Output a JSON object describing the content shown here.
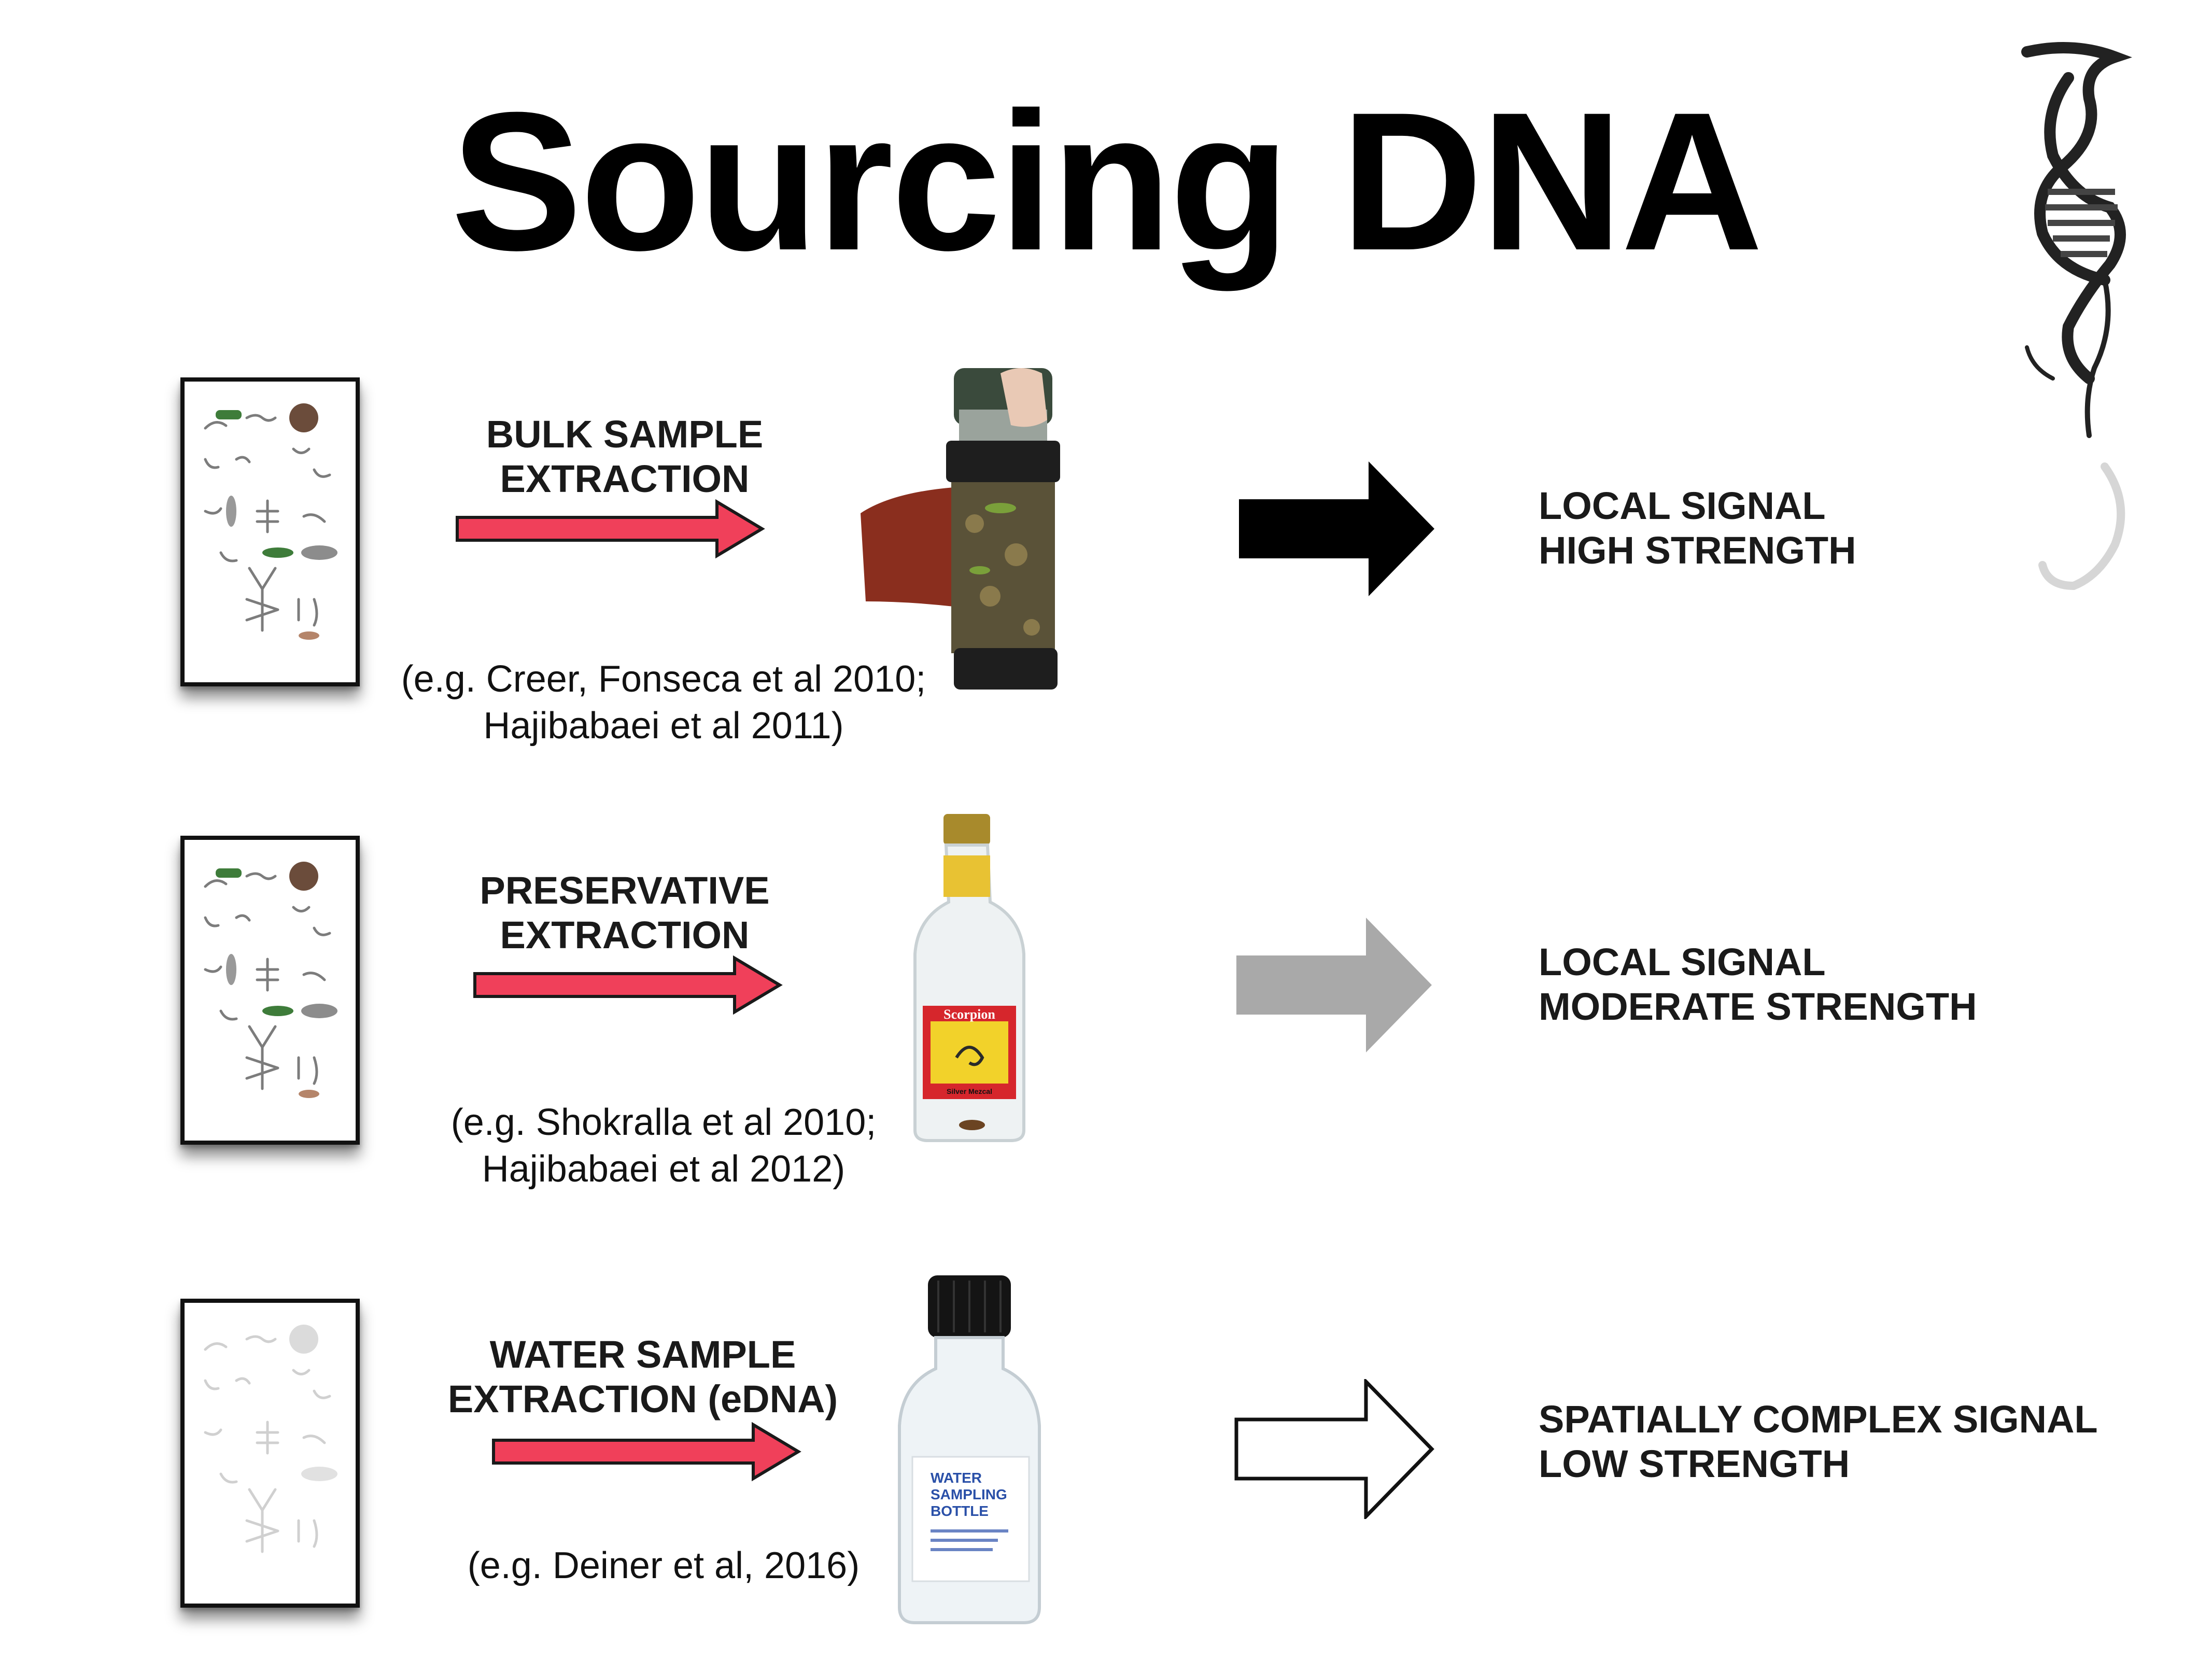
{
  "title": "Sourcing DNA",
  "rows": [
    {
      "method_line1": "BULK SAMPLE",
      "method_line2": "EXTRACTION",
      "citation_line1": "(e.g. Creer, Fonseca et al 2010;",
      "citation_line2": "Hajibabaei et al 2011)",
      "signal_line1": "LOCAL SIGNAL",
      "signal_line2": "HIGH STRENGTH",
      "arrow_style": "solid-black",
      "sample_image": "bulk-sample-jar"
    },
    {
      "method_line1": "PRESERVATIVE",
      "method_line2": "EXTRACTION",
      "citation_line1": "(e.g. Shokralla et al 2010;",
      "citation_line2": "Hajibabaei et al 2012)",
      "signal_line1": "LOCAL SIGNAL",
      "signal_line2": "MODERATE STRENGTH",
      "arrow_style": "solid-grey",
      "sample_image": "preservative-bottle",
      "bottle_label": "Scorpion",
      "bottle_sublabel": "Silver Mezcal"
    },
    {
      "method_line1": "WATER SAMPLE",
      "method_line2": "EXTRACTION (eDNA)",
      "citation_line1": "(e.g. Deiner et al, 2016)",
      "signal_line1": "SPATIALLY COMPLEX SIGNAL",
      "signal_line2": "LOW STRENGTH",
      "arrow_style": "outline-white",
      "sample_image": "water-sampling-bottle",
      "bottle_label_line1": "WATER",
      "bottle_label_line2": "SAMPLING",
      "bottle_label_line3": "BOTTLE"
    }
  ],
  "colors": {
    "red_arrow": "#f0405a",
    "black_arrow": "#000000",
    "grey_arrow": "#a9a9a9",
    "outline_arrow": "#ffffff"
  }
}
